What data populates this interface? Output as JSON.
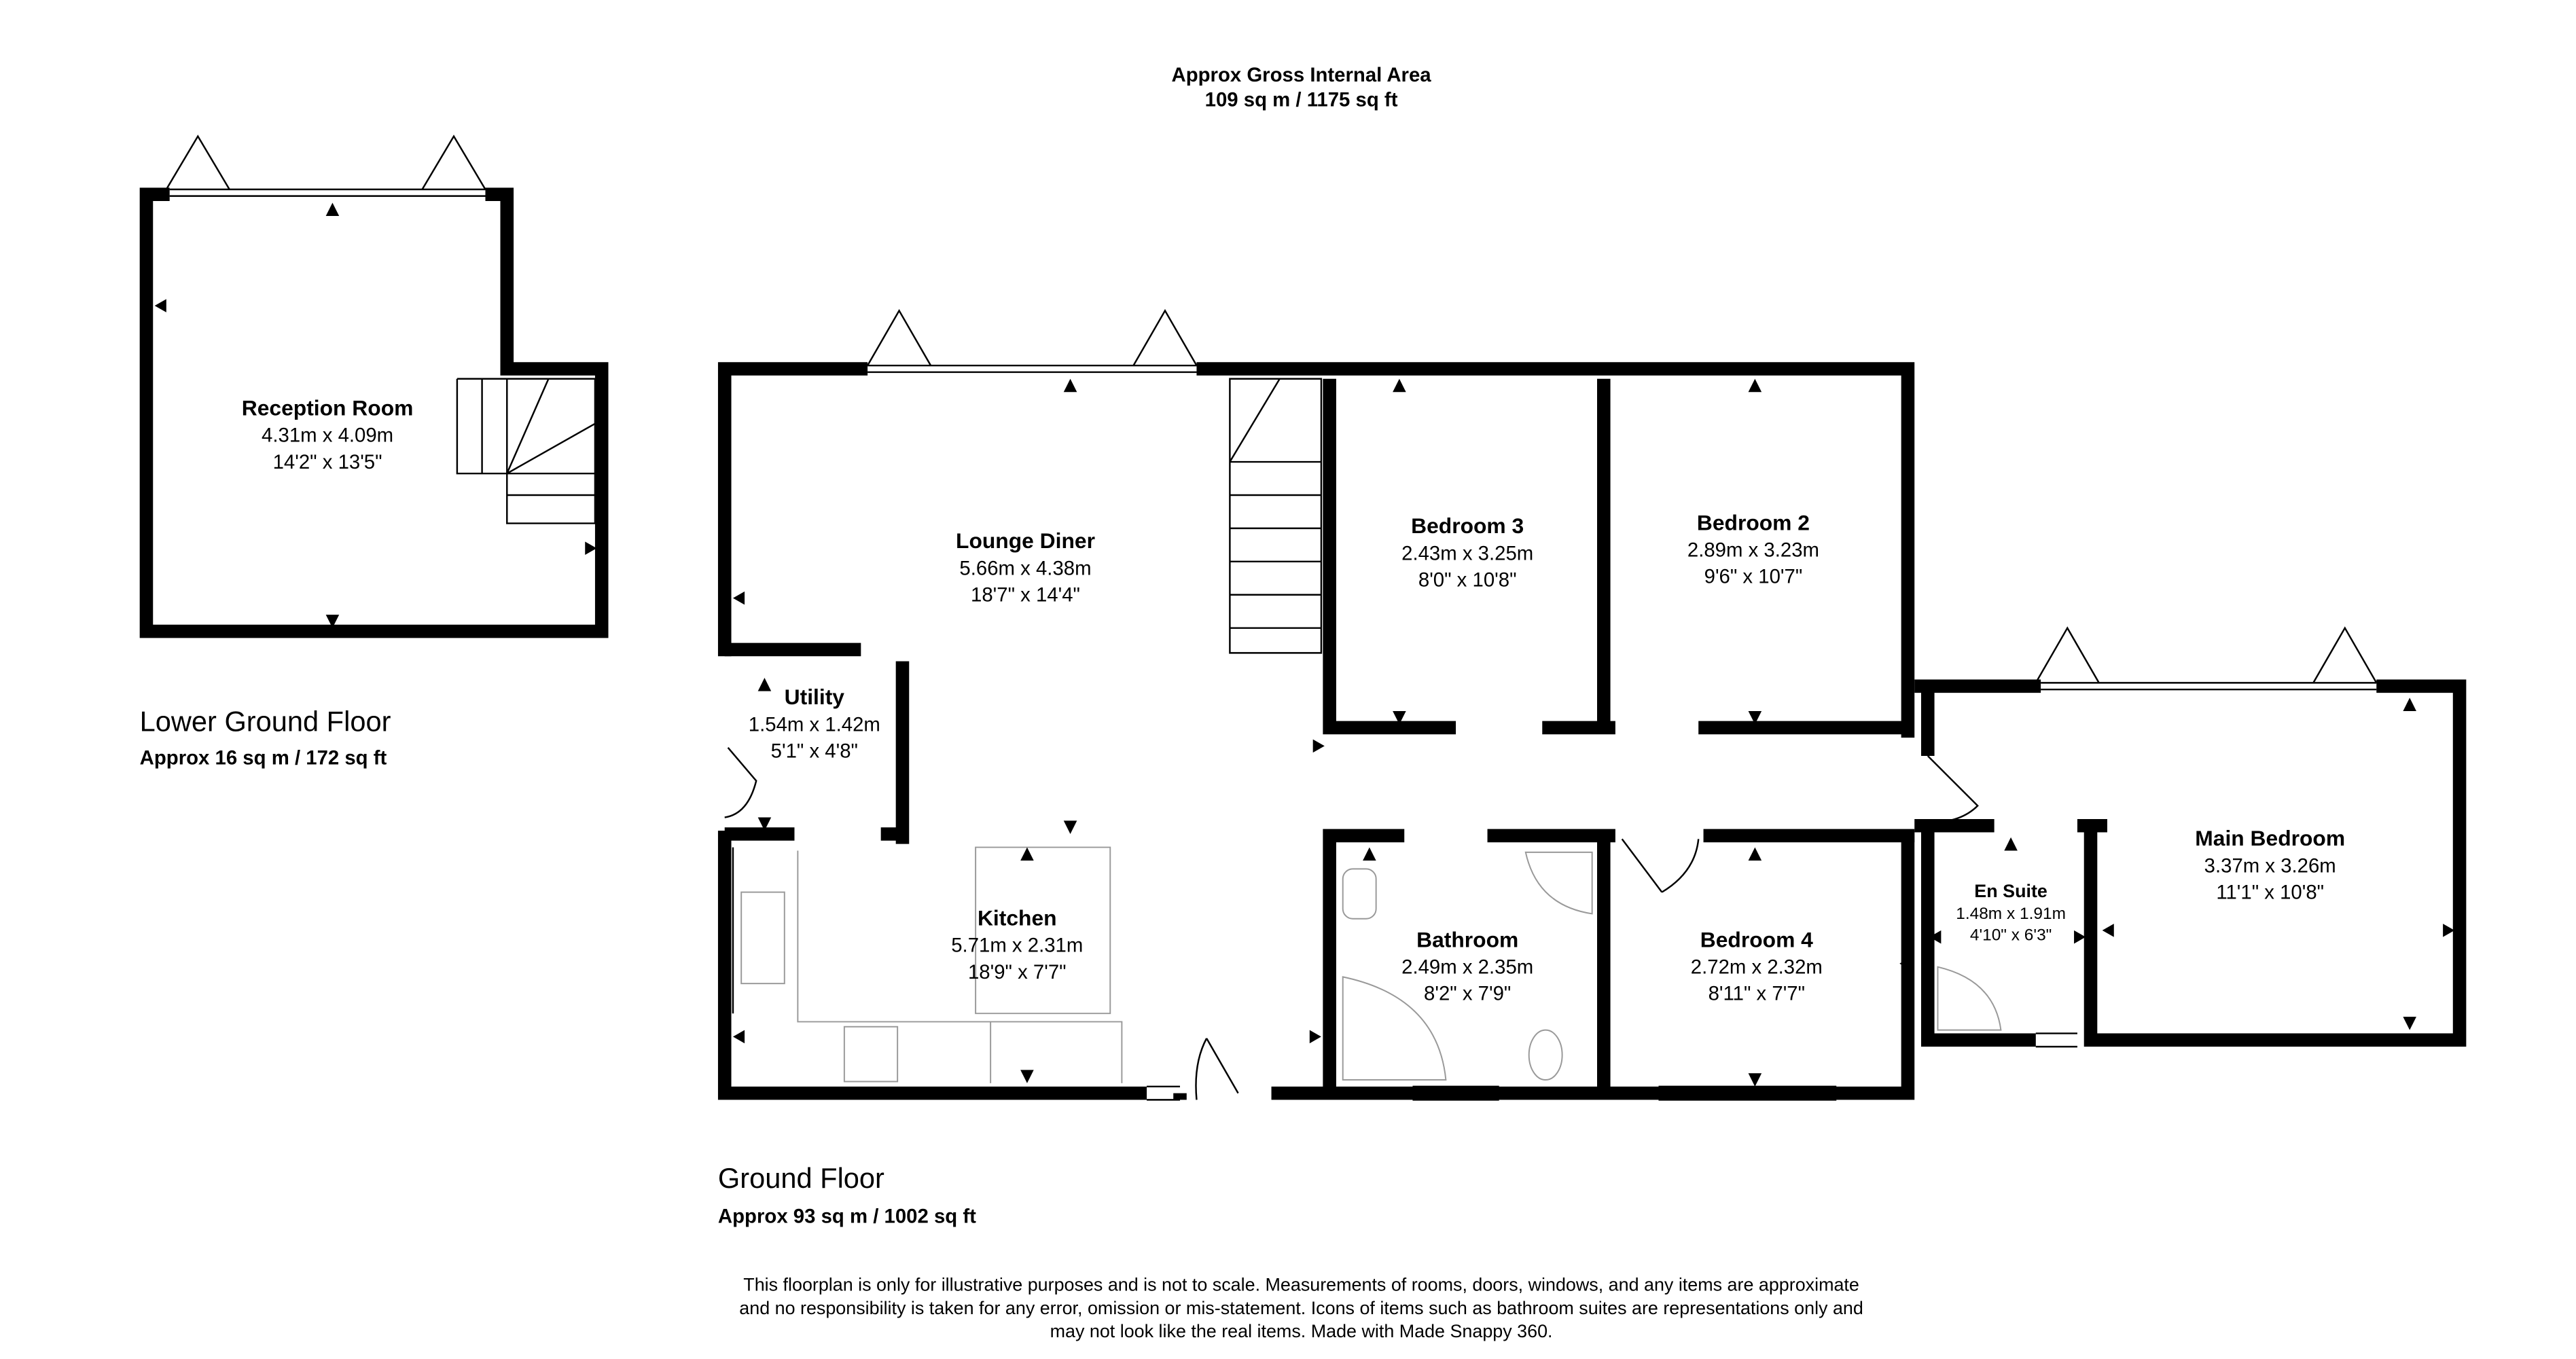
{
  "header": {
    "title": "Approx Gross Internal Area",
    "area": "109 sq m / 1175 sq ft"
  },
  "lower_ground": {
    "title": "Lower Ground Floor",
    "area": "Approx 16 sq m / 172 sq ft",
    "rooms": [
      {
        "name": "Reception Room",
        "metric": "4.31m x 4.09m",
        "imperial": "14'2\" x 13'5\""
      }
    ]
  },
  "ground": {
    "title": "Ground Floor",
    "area": "Approx 93 sq m / 1002 sq ft",
    "rooms": [
      {
        "name": "Lounge Diner",
        "metric": "5.66m x 4.38m",
        "imperial": "18'7\" x 14'4\""
      },
      {
        "name": "Bedroom 3",
        "metric": "2.43m x 3.25m",
        "imperial": "8'0\" x 10'8\""
      },
      {
        "name": "Bedroom 2",
        "metric": "2.89m x 3.23m",
        "imperial": "9'6\" x 10'7\""
      },
      {
        "name": "Utility",
        "metric": "1.54m x 1.42m",
        "imperial": "5'1\" x 4'8\""
      },
      {
        "name": "Kitchen",
        "metric": "5.71m x 2.31m",
        "imperial": "18'9\" x 7'7\""
      },
      {
        "name": "Bathroom",
        "metric": "2.49m x 2.35m",
        "imperial": "8'2\" x 7'9\""
      },
      {
        "name": "Bedroom 4",
        "metric": "2.72m x 2.32m",
        "imperial": "8'11\" x 7'7\""
      },
      {
        "name": "En Suite",
        "metric": "1.48m x 1.91m",
        "imperial": "4'10\" x 6'3\""
      },
      {
        "name": "Main Bedroom",
        "metric": "3.37m x 3.26m",
        "imperial": "11'1\" x 10'8\""
      }
    ]
  },
  "disclaimer": [
    "This floorplan is only for illustrative purposes and is not to scale. Measurements of rooms, doors, windows, and any items are approximate",
    "and no responsibility is taken for any error, omission or mis-statement. Icons of items such as bathroom suites are representations only and",
    "may not look like the real items. Made with Made Snappy 360."
  ]
}
